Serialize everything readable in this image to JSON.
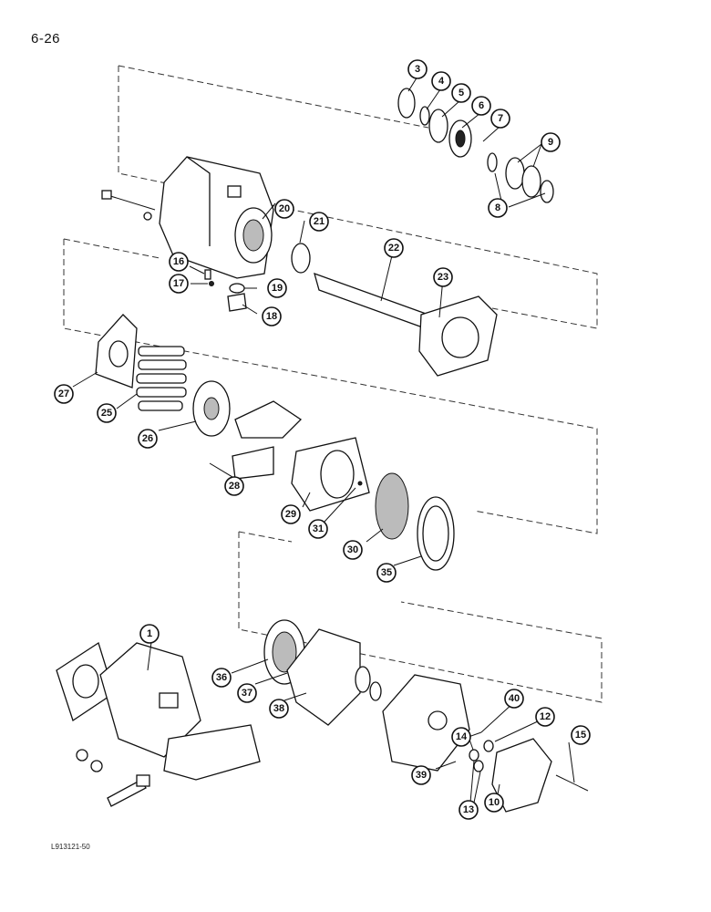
{
  "page": {
    "number": "6-26",
    "figure_code": "L913121-50"
  },
  "callouts": [
    "1",
    "3",
    "4",
    "5",
    "6",
    "7",
    "8",
    "9",
    "10",
    "12",
    "13",
    "14",
    "15",
    "16",
    "17",
    "18",
    "19",
    "20",
    "21",
    "22",
    "23",
    "25",
    "26",
    "27",
    "28",
    "29",
    "30",
    "31",
    "35",
    "36",
    "37",
    "38",
    "39",
    "40"
  ]
}
